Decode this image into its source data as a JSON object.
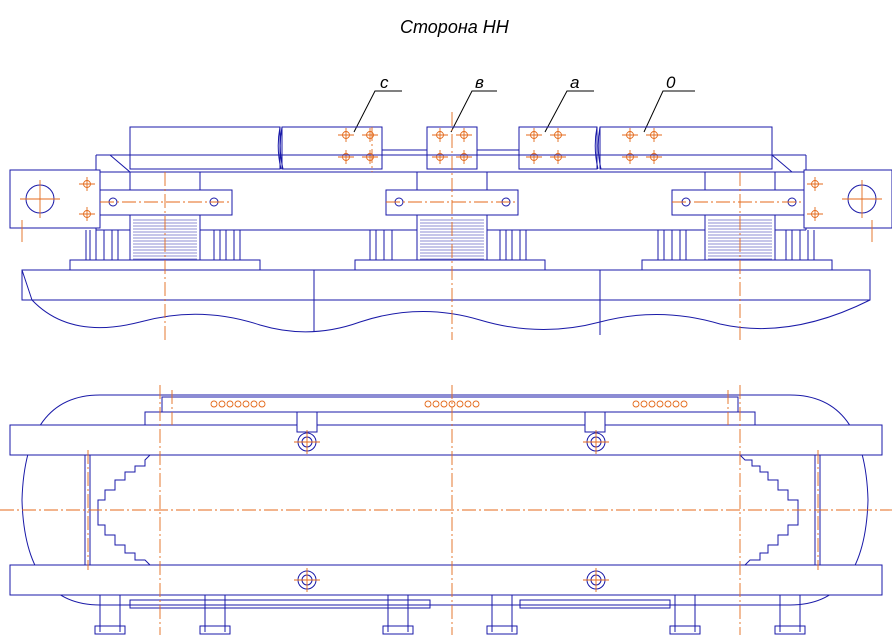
{
  "drawing": {
    "title": "Сторона НН",
    "terminals": [
      {
        "id": "c",
        "label": "с"
      },
      {
        "id": "b",
        "label": "в"
      },
      {
        "id": "a",
        "label": "а"
      },
      {
        "id": "n",
        "label": "0"
      }
    ]
  },
  "colors": {
    "line": "#1a1aa8",
    "axis": "#e46a1b",
    "text": "#000000",
    "background": "#ffffff"
  }
}
